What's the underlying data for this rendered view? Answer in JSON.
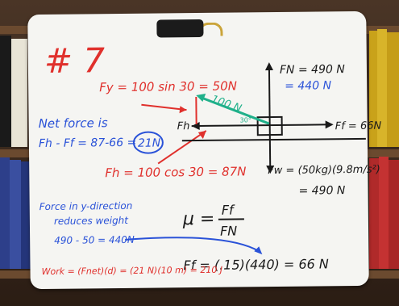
{
  "problem": {
    "number": "# 7"
  },
  "left_notes": {
    "net_force_title": "Net force is",
    "net_force_eq": "Fh - Ff = 87-66 =",
    "net_force_result": "21N"
  },
  "forces": {
    "fy_eq": "Fy = 100 sin 30 = 50N",
    "fh_eq": "Fh = 100 cos 30 = 87N",
    "applied_force": "100 N",
    "angle": "30°",
    "fh_label": "Fh",
    "ff_label": "Ff = 66N",
    "fn_label": "FN = 490 N",
    "fn_corrected": "= 440 N",
    "fw_label": "Fw = (50kg)(9.8m/s²)",
    "fw_result": "= 490 N"
  },
  "bottom_notes": {
    "y_direction_line1": "Force in y-direction",
    "y_direction_line2": "reduces weight",
    "y_direction_calc": "490 - 50 = 440N",
    "mu_formula": "μ = Ff / FN",
    "mu_symbol": "μ =",
    "mu_numerator": "Ff",
    "mu_denominator": "FN",
    "ff_calc": "Ff = (.15)(440) = 66 N",
    "work_eq": "Work = (Fnet)(d) = (21 N)(10 m) = 210 J"
  },
  "colors": {
    "red_marker": "#e0302c",
    "blue_marker": "#2a52d8",
    "black_marker": "#1a1a1a",
    "teal_marker": "#1fb08a",
    "board": "#f5f5f2"
  }
}
